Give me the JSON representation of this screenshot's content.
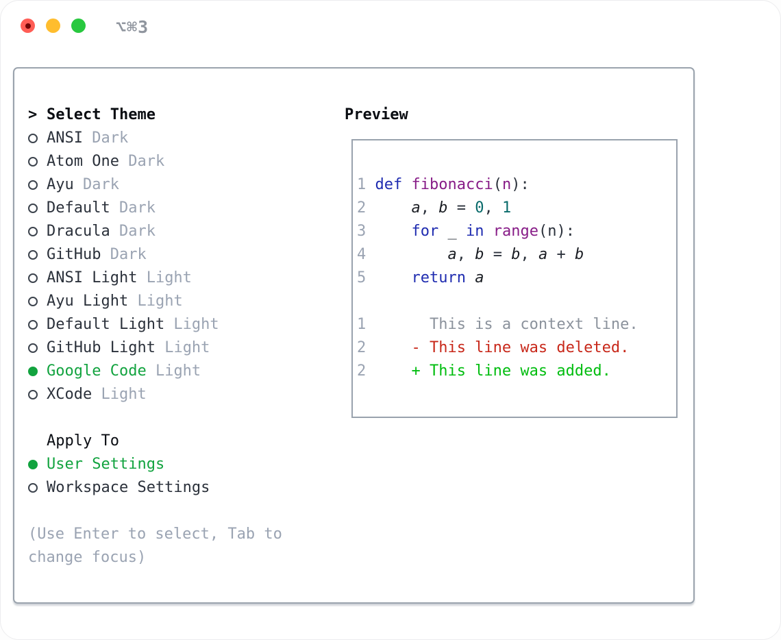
{
  "window": {
    "title": "⌥⌘3",
    "traffic_lights": [
      "close",
      "minimize",
      "zoom"
    ]
  },
  "theme_list": {
    "marker": ">",
    "header": "Select Theme",
    "items": [
      {
        "name": "ANSI",
        "variant": "Dark",
        "selected": false
      },
      {
        "name": "Atom One",
        "variant": "Dark",
        "selected": false
      },
      {
        "name": "Ayu",
        "variant": "Dark",
        "selected": false
      },
      {
        "name": "Default",
        "variant": "Dark",
        "selected": false
      },
      {
        "name": "Dracula",
        "variant": "Dark",
        "selected": false
      },
      {
        "name": "GitHub",
        "variant": "Dark",
        "selected": false
      },
      {
        "name": "ANSI Light",
        "variant": "Light",
        "selected": false
      },
      {
        "name": "Ayu Light",
        "variant": "Light",
        "selected": false
      },
      {
        "name": "Default Light",
        "variant": "Light",
        "selected": false
      },
      {
        "name": "GitHub Light",
        "variant": "Light",
        "selected": false
      },
      {
        "name": "Google Code",
        "variant": "Light",
        "selected": true
      },
      {
        "name": "XCode",
        "variant": "Light",
        "selected": false
      }
    ]
  },
  "apply_to": {
    "header": "Apply To",
    "options": [
      {
        "label": "User Settings",
        "selected": true
      },
      {
        "label": "Workspace Settings",
        "selected": false
      }
    ]
  },
  "hint_lines": [
    "(Use Enter to select, Tab to",
    "change focus)"
  ],
  "preview": {
    "title": "Preview",
    "lines": [
      {
        "num": "1",
        "tokens": [
          {
            "t": "def",
            "c": "kw"
          },
          {
            "t": " "
          },
          {
            "t": "fibonacci",
            "c": "fn"
          },
          {
            "t": "("
          },
          {
            "t": "n",
            "c": "fn"
          },
          {
            "t": "):"
          }
        ]
      },
      {
        "num": "2",
        "tokens": [
          {
            "t": "    "
          },
          {
            "t": "a",
            "c": "var"
          },
          {
            "t": ", "
          },
          {
            "t": "b",
            "c": "var"
          },
          {
            "t": " = "
          },
          {
            "t": "0",
            "c": "num"
          },
          {
            "t": ", "
          },
          {
            "t": "1",
            "c": "num"
          }
        ]
      },
      {
        "num": "3",
        "tokens": [
          {
            "t": "    "
          },
          {
            "t": "for",
            "c": "kw"
          },
          {
            "t": " _ "
          },
          {
            "t": "in",
            "c": "kw"
          },
          {
            "t": " "
          },
          {
            "t": "range",
            "c": "fn"
          },
          {
            "t": "("
          },
          {
            "t": "n"
          },
          {
            "t": "):"
          }
        ]
      },
      {
        "num": "4",
        "tokens": [
          {
            "t": "        "
          },
          {
            "t": "a",
            "c": "var"
          },
          {
            "t": ", "
          },
          {
            "t": "b",
            "c": "var"
          },
          {
            "t": " = "
          },
          {
            "t": "b",
            "c": "var"
          },
          {
            "t": ", "
          },
          {
            "t": "a",
            "c": "var"
          },
          {
            "t": " + "
          },
          {
            "t": "b",
            "c": "var"
          }
        ]
      },
      {
        "num": "5",
        "tokens": [
          {
            "t": "    "
          },
          {
            "t": "return",
            "c": "kw"
          },
          {
            "t": " "
          },
          {
            "t": "a",
            "c": "var"
          }
        ]
      },
      {
        "num": "",
        "tokens": []
      },
      {
        "num": "1",
        "tokens": [
          {
            "t": "      This is a context line.",
            "c": "gray"
          }
        ]
      },
      {
        "num": "2",
        "tokens": [
          {
            "t": "    "
          },
          {
            "t": "- This line was deleted.",
            "c": "del"
          }
        ]
      },
      {
        "num": "2",
        "tokens": [
          {
            "t": "    "
          },
          {
            "t": "+ This line was added.",
            "c": "add"
          }
        ]
      }
    ]
  },
  "colors": {
    "selection_green": "#12a33f",
    "diff_added_green": "#00bd0f",
    "diff_deleted_red": "#c8281a",
    "diff_context_gray": "#8b929c",
    "syntax_keyword_blue": "#1f2cb0",
    "syntax_function_purple": "#871c87",
    "syntax_number_teal": "#086a6a",
    "muted_gray": "#9aa3b2",
    "panel_border": "#9aa3ad",
    "traffic_red": "#ff5d55",
    "traffic_yellow": "#ffbd2e",
    "traffic_green": "#28c83f"
  }
}
